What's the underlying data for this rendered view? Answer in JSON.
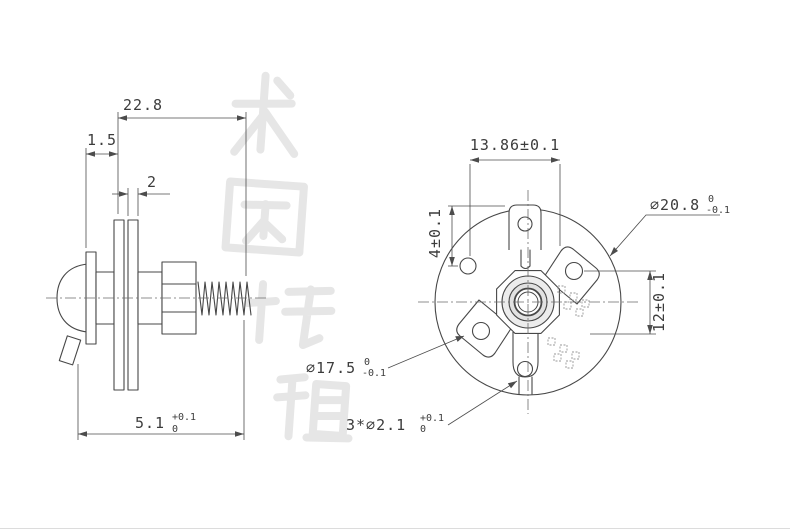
{
  "drawing": {
    "background": "#ffffff",
    "line_color": "#474747",
    "watermark_text": "长园转租",
    "side_view": {
      "dim_overall_length": "22.8",
      "dim_cap_gap": "1.5",
      "dim_flange_thickness": "2",
      "dim_stem": {
        "value": "5.1",
        "tol_upper": "+0.1",
        "tol_lower": "0"
      }
    },
    "front_view": {
      "dim_hole_spacing": "13.86±0.1",
      "dim_tab_hole_offset": "4±0.1",
      "dim_outer_diameter": {
        "value": "⌀20.8",
        "tol_upper": "0",
        "tol_lower": "-0.1"
      },
      "dim_body_diameter": {
        "value": "⌀17.5",
        "tol_upper": "0",
        "tol_lower": "-0.1"
      },
      "dim_small_holes": {
        "value": "3*⌀2.1",
        "tol_upper": "+0.1",
        "tol_lower": "0"
      },
      "dim_right_spacing": "12±0.1"
    }
  }
}
